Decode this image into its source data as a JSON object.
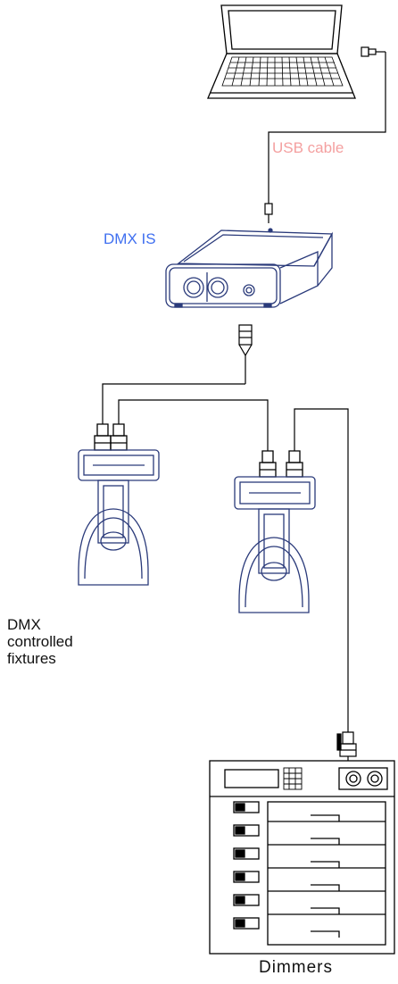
{
  "labels": {
    "usb_cable": "USB cable",
    "dmxis": "DMX IS",
    "fixtures_line1": "DMX",
    "fixtures_line2": "controlled",
    "fixtures_line3": "fixtures",
    "dimmers": "Dimmers"
  },
  "colors": {
    "usb_cable": "#f4a0a0",
    "dmxis": "#3f6ff0",
    "device_outline": "#2a3a7a",
    "line": "#000000"
  }
}
